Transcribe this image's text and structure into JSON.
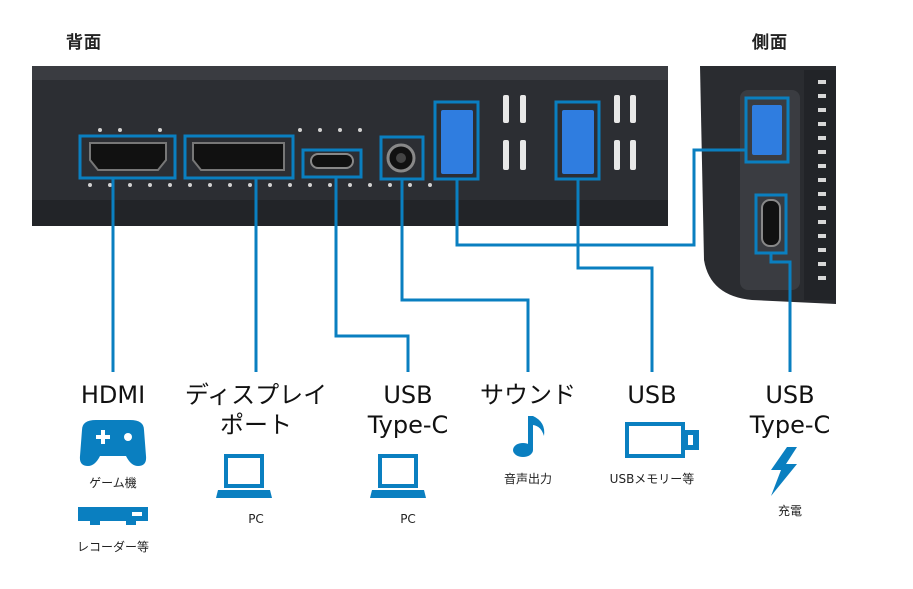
{
  "headers": {
    "back": "背面",
    "side": "側面"
  },
  "ports": [
    {
      "key": "hdmi",
      "line1": "HDMI",
      "line2": "",
      "icons": [
        "gamepad-icon",
        "recorder-icon"
      ],
      "sub1": "ゲーム機",
      "sub2": "レコーダー等"
    },
    {
      "key": "displayport",
      "line1": "ディスプレイ",
      "line2": "ポート",
      "icons": [
        "laptop-icon"
      ],
      "sub1": "PC"
    },
    {
      "key": "usbc-back",
      "line1": "USB",
      "line2": "Type-C",
      "icons": [
        "laptop-icon"
      ],
      "sub1": "PC"
    },
    {
      "key": "sound",
      "line1": "サウンド",
      "line2": "",
      "icons": [
        "music-note-icon"
      ],
      "sub1": "音声出力"
    },
    {
      "key": "usb",
      "line1": "USB",
      "line2": "",
      "icons": [
        "usb-stick-icon"
      ],
      "sub1": "USBメモリー等"
    },
    {
      "key": "usbc-side",
      "line1": "USB",
      "line2": "Type-C",
      "icons": [
        "lightning-icon"
      ],
      "sub1": "充電"
    }
  ],
  "colors": {
    "accent": "#0a7fc0",
    "panel": "#2b2d31",
    "text": "#111111"
  }
}
